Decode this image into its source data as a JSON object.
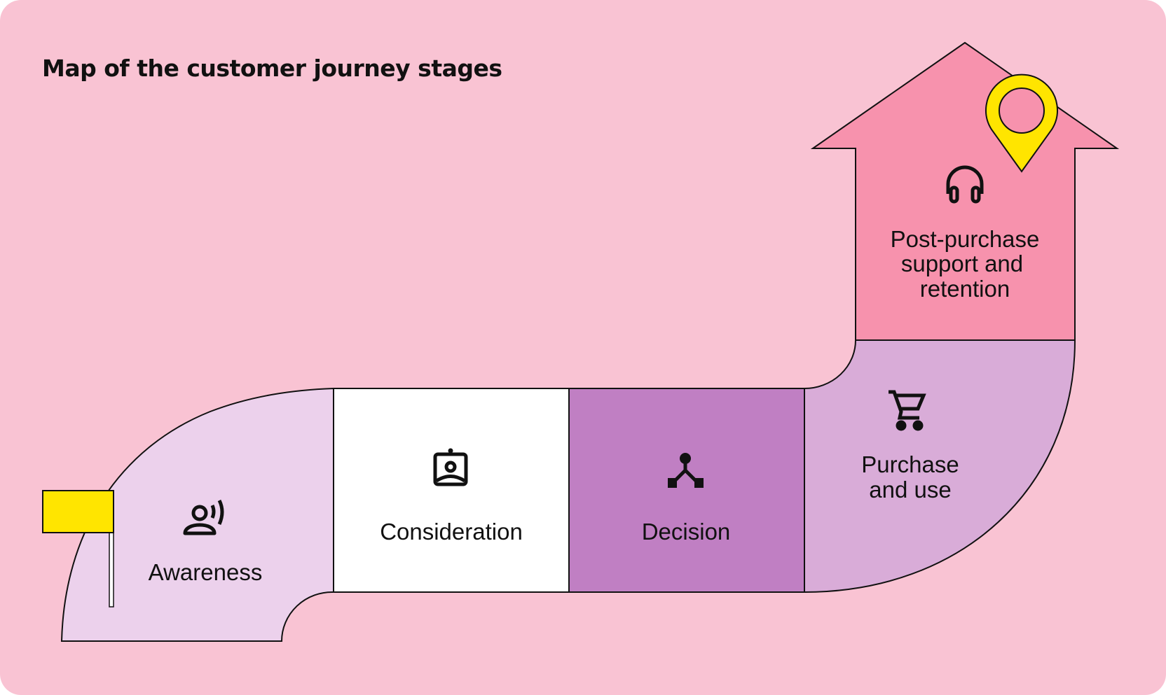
{
  "title": "Map of the customer journey stages",
  "colors": {
    "background": "#f9c3d3",
    "awareness": "#ecd1ec",
    "consideration": "#ffffff",
    "decision": "#c07fc3",
    "purchase": "#d9acd8",
    "post_purchase": "#f792ad",
    "marker": "#ffe500",
    "outline": "#111111"
  },
  "stages": [
    {
      "id": "awareness",
      "label": "Awareness",
      "lines": [
        "Awareness"
      ],
      "icon": "person-broadcast-icon"
    },
    {
      "id": "consideration",
      "label": "Consideration",
      "lines": [
        "Consideration"
      ],
      "icon": "id-badge-icon"
    },
    {
      "id": "decision",
      "label": "Decision",
      "lines": [
        "Decision"
      ],
      "icon": "branch-split-icon"
    },
    {
      "id": "purchase",
      "label": "Purchase and use",
      "lines": [
        "Purchase",
        "and use"
      ],
      "icon": "shopping-cart-icon"
    },
    {
      "id": "post_purchase",
      "label": "Post-purchase support and retention",
      "lines": [
        "Post-purchase",
        "support and",
        "retention"
      ],
      "icon": "headphones-icon"
    }
  ],
  "markers": {
    "start": "start-flag-icon",
    "end": "location-pin-icon"
  }
}
